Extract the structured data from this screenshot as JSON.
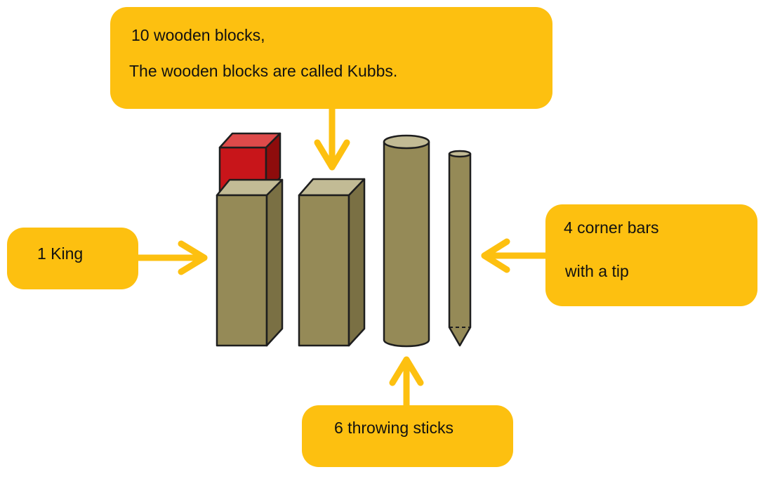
{
  "callouts": {
    "blocks": {
      "line1": "10 wooden blocks,",
      "line2": "The wooden blocks are called Kubbs."
    },
    "king": {
      "line1": "1 King"
    },
    "corner_bars": {
      "line1": "4 corner bars",
      "line2": "with a tip"
    },
    "throwing_sticks": {
      "line1": "6 throwing sticks"
    }
  },
  "colors": {
    "callout_fill": "#fdc010",
    "arrow": "#fdc010",
    "wood_front": "#958a57",
    "wood_top": "#c2bb95",
    "wood_side": "#7a7044",
    "king_red": "#c81414",
    "outline": "#1e1e1e"
  }
}
